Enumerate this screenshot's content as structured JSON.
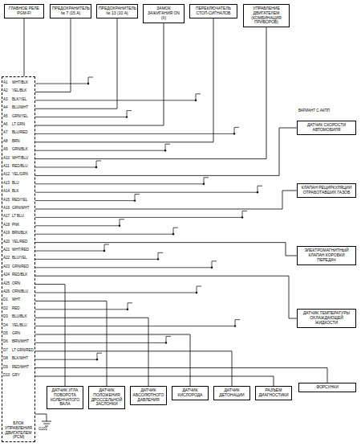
{
  "diagram": {
    "nodes": [
      {
        "text": [
          "ГЛАВНОЕ РЕЛЕ PGM-FI"
        ]
      },
      {
        "text": [
          "БЛОК УПРАВЛЕНИЯ ДВИГАТЕЛЕМ (PCM)"
        ]
      },
      {
        "text": [
          "ПРЕДОХРАНИТЕЛЬ № 7 (15 А)"
        ]
      },
      {
        "text": [
          "ПРЕДОХРАНИТЕЛЬ № 13 (10 А)"
        ]
      },
      {
        "text": [
          "ЗАМОК ЗАЖИГАНИЯ ON (II)"
        ]
      },
      {
        "text": [
          "ПЕРЕКЛЮЧАТЕЛЬ СТОП-СИГНАЛОВ"
        ]
      },
      {
        "text": [
          "УПРАВЛЕНИЕ ДВИГАТЕЛЕМ (КОМБИНАЦИЯ ПРИБОРОВ)"
        ]
      },
      {
        "text": [
          "ДАТЧИК СКОРОСТИ АВТОМОБИЛЯ"
        ]
      },
      {
        "text": [
          "КЛАПАН РЕЦИРКУЛЯЦИИ ОТРАБОТАВШИХ ГАЗОВ"
        ]
      },
      {
        "text": [
          "ЭЛЕКТРОМАГНИТНЫЙ КЛАПАН КОРОБКИ ПЕРЕДАЧ"
        ]
      },
      {
        "text": [
          "ДАТЧИК ТЕМПЕРАТУРЫ ОХЛАЖДАЮЩЕЙ ЖИДКОСТИ"
        ]
      },
      {
        "text": [
          "ДАТЧИК УГЛА ПОВОРОТА КОЛЕНЧАТОГО ВАЛА"
        ]
      },
      {
        "text": [
          "ДАТЧИК ПОЛОЖЕНИЯ ДРОССЕЛЬНОЙ ЗАСЛОНКИ"
        ]
      },
      {
        "text": [
          "ДАТЧИК АБСОЛЮТНОГО ДАВЛЕНИЯ"
        ]
      },
      {
        "text": [
          "ДАТЧИК КИСЛОРОДА"
        ]
      },
      {
        "text": [
          "ДАТЧИК ДЕТОНАЦИИ"
        ]
      },
      {
        "text": [
          "РАЗЪЁМ ДИАГНОСТИКИ"
        ]
      },
      {
        "text": [
          "ФОРСУНКИ"
        ]
      }
    ],
    "edges": [
      {
        "from": 0,
        "to": 1,
        "arrow": "none"
      },
      {
        "from": 2,
        "to": 1,
        "arrow": "none"
      },
      {
        "from": 3,
        "to": 1,
        "arrow": "none"
      },
      {
        "from": 4,
        "to": 1,
        "arrow": "none"
      },
      {
        "from": 5,
        "to": 1,
        "arrow": "none"
      },
      {
        "from": 6,
        "to": 1,
        "arrow": "none"
      },
      {
        "from": 1,
        "to": 7,
        "arrow": "none"
      },
      {
        "from": 1,
        "to": 8,
        "arrow": "none"
      },
      {
        "from": 1,
        "to": 9,
        "arrow": "none"
      },
      {
        "from": 1,
        "to": 10,
        "arrow": "none"
      },
      {
        "from": 1,
        "to": 11,
        "arrow": "none"
      },
      {
        "from": 1,
        "to": 12,
        "arrow": "none"
      },
      {
        "from": 1,
        "to": 13,
        "arrow": "none"
      },
      {
        "from": 1,
        "to": 14,
        "arrow": "none"
      },
      {
        "from": 1,
        "to": 15,
        "arrow": "none"
      },
      {
        "from": 1,
        "to": 16,
        "arrow": "none"
      },
      {
        "from": 1,
        "to": 17,
        "arrow": "none"
      }
    ],
    "labels": [
      "A1",
      "A2",
      "A3",
      "A4",
      "A5",
      "A6",
      "A7",
      "A8",
      "A9",
      "A10",
      "A11",
      "A12",
      "A13",
      "A14",
      "A15",
      "A16",
      "A17",
      "A18",
      "A19",
      "A20",
      "A21",
      "A22",
      "A23",
      "A24",
      "A25",
      "A26",
      "D1",
      "D2",
      "D3",
      "D4",
      "D5",
      "D6",
      "D7",
      "D8",
      "D9",
      "D10",
      "WHT/BLK",
      "YEL/BLK",
      "BLK/YEL",
      "BLU/WHT",
      "GRN/YEL",
      "LT GRN",
      "BLU/RED",
      "BRN",
      "GRN/BLK",
      "WHT/BLU",
      "RED/BLU",
      "YEL/GRN",
      "BLU",
      "BLK",
      "RED/YEL",
      "GRN/WHT",
      "LT BLU",
      "PNK",
      "BRN/BLK",
      "YEL/RED",
      "WHT/RED",
      "BLU/YEL",
      "GRN/RED",
      "RED/BLK",
      "ORN",
      "ORN/BLU",
      "WHT",
      "RED",
      "BLU/BLK",
      "YEL/BLU",
      "GRN",
      "BRN/WHT",
      "LT GRN/RED",
      "BLK/WHT",
      "RED/WHT",
      "GRY",
      "G101",
      "ВАРИАНТ С АКПП"
    ]
  }
}
